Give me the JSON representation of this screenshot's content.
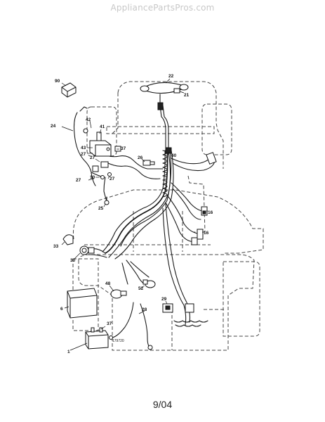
{
  "watermark": "AppliancePartsPros.com",
  "date_code": "9/04",
  "figure_code": "179720",
  "callouts": {
    "c90": "90",
    "c22": "22",
    "c21": "21",
    "c24": "24",
    "c42": "42",
    "c41": "41",
    "c43": "43",
    "c27a": "27",
    "c37": "37",
    "c27b": "27",
    "c26": "26",
    "c40": "40",
    "c10": "10",
    "c27c": "27",
    "c27d": "27",
    "c25": "25",
    "c16a": "16",
    "c16b": "16",
    "c33": "33",
    "c30": "30",
    "c48": "48",
    "c52": "52",
    "c6": "6",
    "c29": "29",
    "c28": "28",
    "c37b": "37",
    "c1": "1"
  }
}
